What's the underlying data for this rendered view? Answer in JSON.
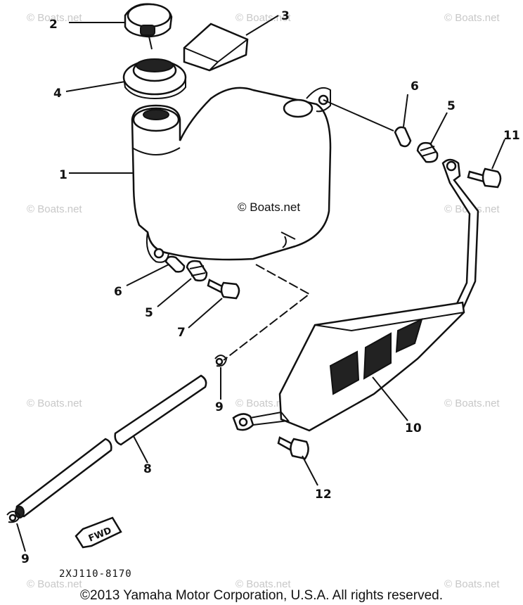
{
  "callouts": {
    "c1": "1",
    "c2": "2",
    "c3": "3",
    "c4": "4",
    "c5a": "5",
    "c5b": "5",
    "c6a": "6",
    "c6b": "6",
    "c7": "7",
    "c8": "8",
    "c9a": "9",
    "c9b": "9",
    "c10": "10",
    "c11": "11",
    "c12": "12"
  },
  "watermark": "© Boats.net",
  "diagram_code": "2XJ110-8170",
  "fwd_label": "FWD",
  "copyright": "©2013 Yamaha Motor Corporation, U.S.A. All rights reserved."
}
